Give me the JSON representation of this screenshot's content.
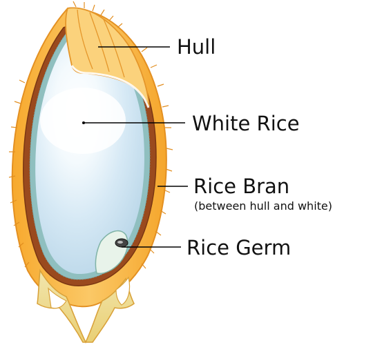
{
  "diagram": {
    "labels": {
      "hull": "Hull",
      "white_rice": "White Rice",
      "rice_bran": "Rice Bran",
      "rice_bran_note": "(between hull and white)",
      "rice_germ": "Rice Germ"
    }
  },
  "colors": {
    "hull_fill": "#F6B13A",
    "hull_edge": "#E8961E",
    "hull_light": "#FBD98A",
    "bran_brown": "#9A4A1E",
    "endosperm": "#D4E8F4",
    "endosperm_highlight": "#FFFFFF",
    "aleurone_dots": "#7FB3B3",
    "base_fill": "#F3E4A7",
    "leader_line": "#000000"
  }
}
